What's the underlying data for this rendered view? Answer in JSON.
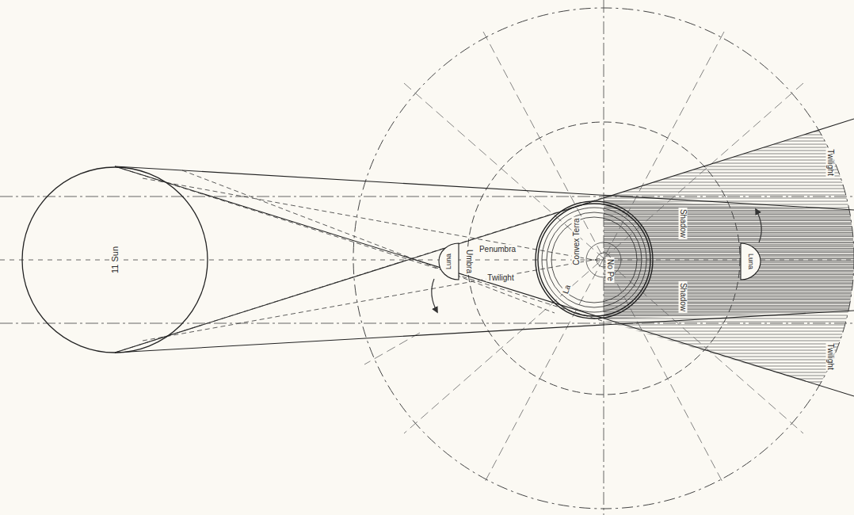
{
  "diagram": {
    "nodes": [
      {
        "text": [
          "11 Sun"
        ]
      },
      {
        "text": [
          "Convex Terra",
          "La",
          "No Pe"
        ]
      },
      {
        "text": [
          "Luna"
        ]
      },
      {
        "text": [
          "Luna"
        ]
      }
    ],
    "labels": [
      "Penumbra",
      "Umbra",
      "Twilight",
      "Shadow",
      "Shadow",
      "Twilight",
      "Twilight"
    ]
  }
}
